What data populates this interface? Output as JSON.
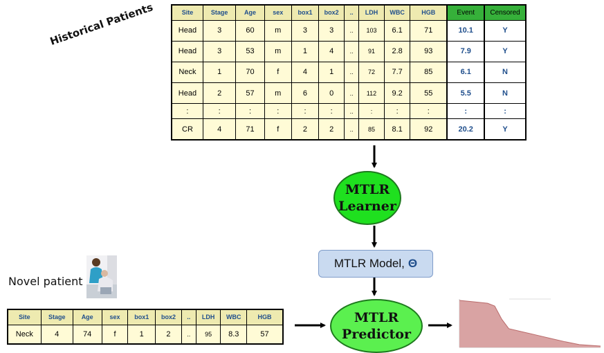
{
  "historical": {
    "title": "Historical Patients",
    "headers": [
      "Site",
      "Stage",
      "Age",
      "sex",
      "box1",
      "box2",
      "..",
      "LDH",
      "WBC",
      "HGB",
      "Event",
      "Censored"
    ],
    "rows": [
      [
        "Head",
        "3",
        "60",
        "m",
        "3",
        "3",
        "..",
        "103",
        "6.1",
        "71",
        "10.1",
        "Y"
      ],
      [
        "Head",
        "3",
        "53",
        "m",
        "1",
        "4",
        "..",
        "91",
        "2.8",
        "93",
        "7.9",
        "Y"
      ],
      [
        "Neck",
        "1",
        "70",
        "f",
        "4",
        "1",
        "..",
        "72",
        "7.7",
        "85",
        "6.1",
        "N"
      ],
      [
        "Head",
        "2",
        "57",
        "m",
        "6",
        "0",
        "..",
        "112",
        "9.2",
        "55",
        "5.5",
        "N"
      ],
      [
        ":",
        ":",
        ":",
        ":",
        ":",
        ":",
        "..",
        ":",
        ":",
        ":",
        ":",
        ":"
      ],
      [
        "CR",
        "4",
        "71",
        "f",
        "2",
        "2",
        "..",
        "85",
        "8.1",
        "92",
        "20.2",
        "Y"
      ]
    ]
  },
  "learner": {
    "line1": "MTLR",
    "line2": "Learner"
  },
  "model": {
    "label": "MTLR Model,",
    "symbol": "Θ"
  },
  "predictor": {
    "line1": "MTLR",
    "line2": "Predictor"
  },
  "novel": {
    "label": "Novel patient",
    "headers": [
      "Site",
      "Stage",
      "Age",
      "sex",
      "box1",
      "box2",
      "..",
      "LDH",
      "WBC",
      "HGB"
    ],
    "row": [
      "Neck",
      "4",
      "74",
      "f",
      "1",
      "2",
      "..",
      "95",
      "8.3",
      "57"
    ]
  },
  "survival_curve": {
    "fill_color": "#d9a3a3",
    "stroke_color": "#b96a6a",
    "points": [
      [
        0,
        1.0
      ],
      [
        0.1,
        0.97
      ],
      [
        0.2,
        0.94
      ],
      [
        0.25,
        0.88
      ],
      [
        0.3,
        0.6
      ],
      [
        0.35,
        0.4
      ],
      [
        0.45,
        0.33
      ],
      [
        0.55,
        0.26
      ],
      [
        0.65,
        0.19
      ],
      [
        0.75,
        0.12
      ],
      [
        0.85,
        0.06
      ],
      [
        1.0,
        0.03
      ]
    ]
  }
}
